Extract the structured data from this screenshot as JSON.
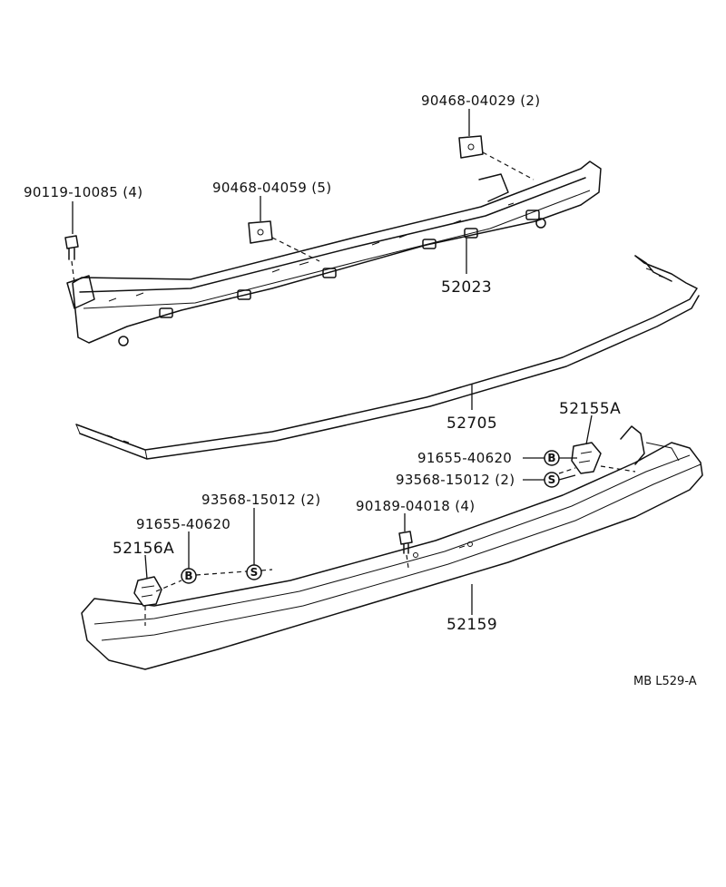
{
  "reference_code": "MB L529-A",
  "callouts": {
    "nut_top": "90468-04029 (2)",
    "bolt": "90119-10085 (4)",
    "nut_mid": "90468-04059 (5)",
    "reinforcement": "52023",
    "filler": "52705",
    "retainer_right": "52155A",
    "clip_b_right": "91655-40620",
    "clip_s_right": "93568-15012 (2)",
    "clip_s_left": "93568-15012 (2)",
    "screw": "90189-04018 (4)",
    "clip_b_left": "91655-40620",
    "retainer_left": "52156A",
    "bumper_cover": "52159"
  },
  "badges": {
    "b": "B",
    "s": "S"
  }
}
